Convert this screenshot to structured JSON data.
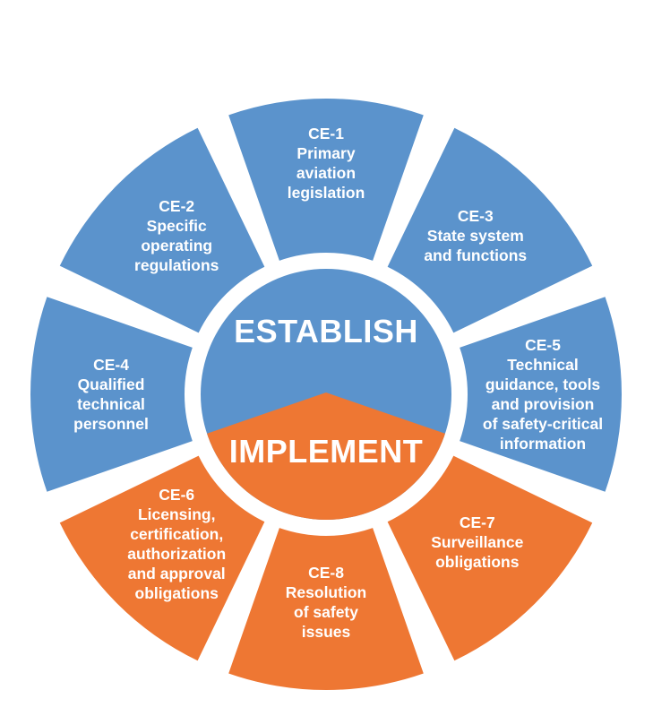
{
  "colors": {
    "establish": "#5B93CC",
    "implement": "#EE7733",
    "text": "#FFFFFF",
    "background": "#FFFFFF"
  },
  "center": {
    "top_label": "ESTABLISH",
    "bottom_label": "IMPLEMENT"
  },
  "segments": [
    {
      "id": "ce-1",
      "group": "establish",
      "lines": [
        "CE-1",
        "Primary",
        "aviation",
        "legislation"
      ]
    },
    {
      "id": "ce-3",
      "group": "establish",
      "lines": [
        "CE-3",
        "State system",
        "and functions"
      ]
    },
    {
      "id": "ce-5",
      "group": "establish",
      "lines": [
        "CE-5",
        "Technical",
        "guidance, tools",
        "and provision",
        "of safety-critical",
        "information"
      ]
    },
    {
      "id": "ce-7",
      "group": "implement",
      "lines": [
        "CE-7",
        "Surveillance",
        "obligations"
      ]
    },
    {
      "id": "ce-8",
      "group": "implement",
      "lines": [
        "CE-8",
        "Resolution",
        "of safety",
        "issues"
      ]
    },
    {
      "id": "ce-6",
      "group": "implement",
      "lines": [
        "CE-6",
        "Licensing,",
        "certification,",
        "authorization",
        "and approval",
        "obligations"
      ]
    },
    {
      "id": "ce-4",
      "group": "establish",
      "lines": [
        "CE-4",
        "Qualified",
        "technical",
        "personnel"
      ]
    },
    {
      "id": "ce-2",
      "group": "establish",
      "lines": [
        "CE-2",
        "Specific",
        "operating",
        "regulations"
      ]
    }
  ]
}
